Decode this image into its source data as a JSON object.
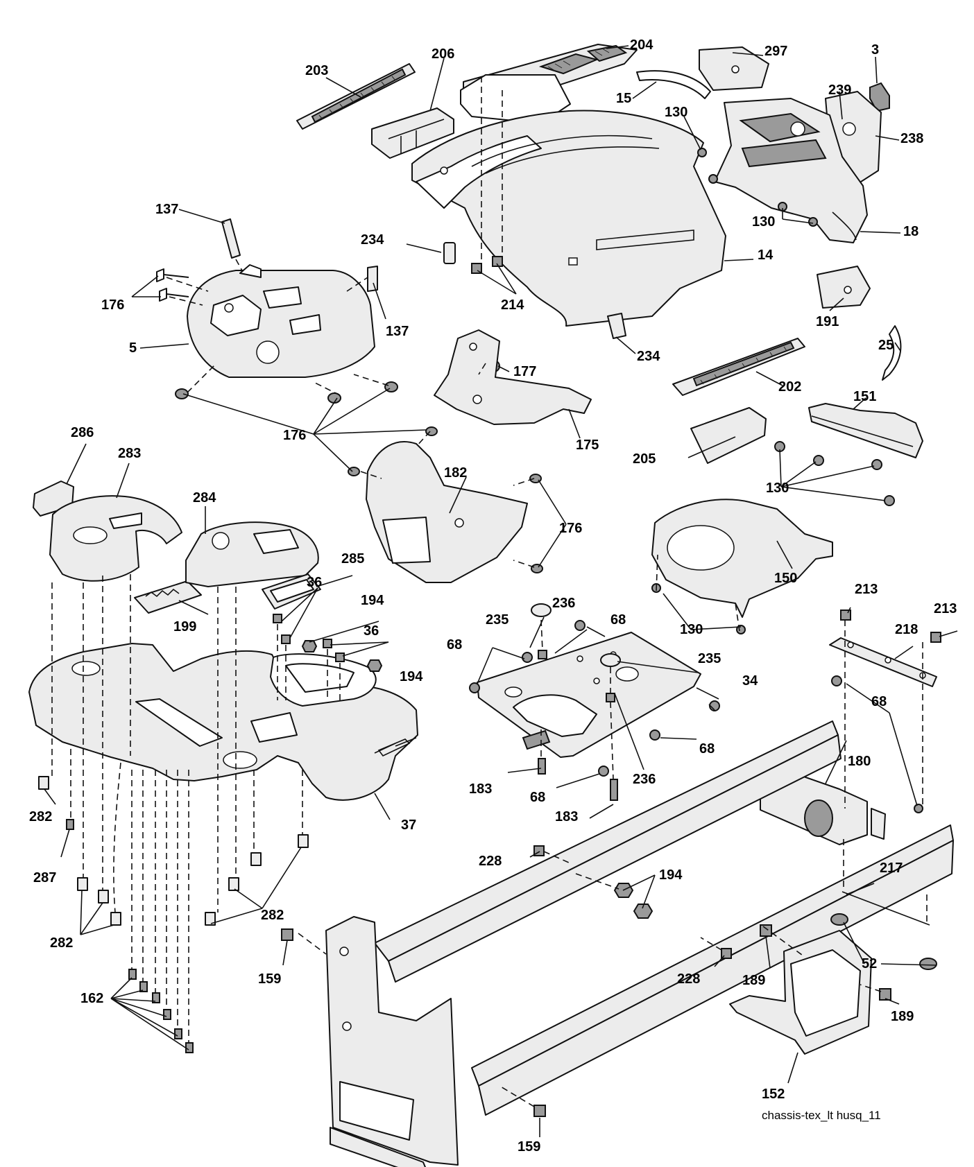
{
  "diagram": {
    "caption": "chassis-tex_lt husq_11",
    "callouts": [
      {
        "id": "c203",
        "label": "203"
      },
      {
        "id": "c206",
        "label": "206"
      },
      {
        "id": "c204",
        "label": "204"
      },
      {
        "id": "c297",
        "label": "297"
      },
      {
        "id": "c3",
        "label": "3"
      },
      {
        "id": "c15",
        "label": "15"
      },
      {
        "id": "c130a",
        "label": "130"
      },
      {
        "id": "c239",
        "label": "239"
      },
      {
        "id": "c238",
        "label": "238"
      },
      {
        "id": "c137a",
        "label": "137"
      },
      {
        "id": "c234a",
        "label": "234"
      },
      {
        "id": "c130b",
        "label": "130"
      },
      {
        "id": "c18",
        "label": "18"
      },
      {
        "id": "c14",
        "label": "14"
      },
      {
        "id": "c176a",
        "label": "176"
      },
      {
        "id": "c214",
        "label": "214"
      },
      {
        "id": "c5",
        "label": "5"
      },
      {
        "id": "c137b",
        "label": "137"
      },
      {
        "id": "c191",
        "label": "191"
      },
      {
        "id": "c234b",
        "label": "234"
      },
      {
        "id": "c25",
        "label": "25"
      },
      {
        "id": "c177",
        "label": "177"
      },
      {
        "id": "c202",
        "label": "202"
      },
      {
        "id": "c151",
        "label": "151"
      },
      {
        "id": "c176b",
        "label": "176"
      },
      {
        "id": "c175",
        "label": "175"
      },
      {
        "id": "c286",
        "label": "286"
      },
      {
        "id": "c283",
        "label": "283"
      },
      {
        "id": "c205",
        "label": "205"
      },
      {
        "id": "c130c",
        "label": "130"
      },
      {
        "id": "c182",
        "label": "182"
      },
      {
        "id": "c284",
        "label": "284"
      },
      {
        "id": "c176c",
        "label": "176"
      },
      {
        "id": "c285",
        "label": "285"
      },
      {
        "id": "c150",
        "label": "150"
      },
      {
        "id": "c36a",
        "label": "36"
      },
      {
        "id": "c194a",
        "label": "194"
      },
      {
        "id": "c130d",
        "label": "130"
      },
      {
        "id": "c213a",
        "label": "213"
      },
      {
        "id": "c236a",
        "label": "236"
      },
      {
        "id": "c235a",
        "label": "235"
      },
      {
        "id": "c68a",
        "label": "68"
      },
      {
        "id": "c213b",
        "label": "213"
      },
      {
        "id": "c199",
        "label": "199"
      },
      {
        "id": "c36b",
        "label": "36"
      },
      {
        "id": "c218",
        "label": "218"
      },
      {
        "id": "c68b",
        "label": "68"
      },
      {
        "id": "c235b",
        "label": "235"
      },
      {
        "id": "c194b",
        "label": "194"
      },
      {
        "id": "c34",
        "label": "34"
      },
      {
        "id": "c68c",
        "label": "68"
      },
      {
        "id": "c68d",
        "label": "68"
      },
      {
        "id": "c180",
        "label": "180"
      },
      {
        "id": "c183a",
        "label": "183"
      },
      {
        "id": "c236b",
        "label": "236"
      },
      {
        "id": "c68e",
        "label": "68"
      },
      {
        "id": "c183b",
        "label": "183"
      },
      {
        "id": "c282a",
        "label": "282"
      },
      {
        "id": "c37",
        "label": "37"
      },
      {
        "id": "c287",
        "label": "287"
      },
      {
        "id": "c228a",
        "label": "228"
      },
      {
        "id": "c194c",
        "label": "194"
      },
      {
        "id": "c217",
        "label": "217"
      },
      {
        "id": "c282b",
        "label": "282"
      },
      {
        "id": "c282c",
        "label": "282"
      },
      {
        "id": "c52",
        "label": "52"
      },
      {
        "id": "c159a",
        "label": "159"
      },
      {
        "id": "c228b",
        "label": "228"
      },
      {
        "id": "c189a",
        "label": "189"
      },
      {
        "id": "c162",
        "label": "162"
      },
      {
        "id": "c189b",
        "label": "189"
      },
      {
        "id": "c152",
        "label": "152"
      },
      {
        "id": "c159b",
        "label": "159"
      }
    ]
  }
}
